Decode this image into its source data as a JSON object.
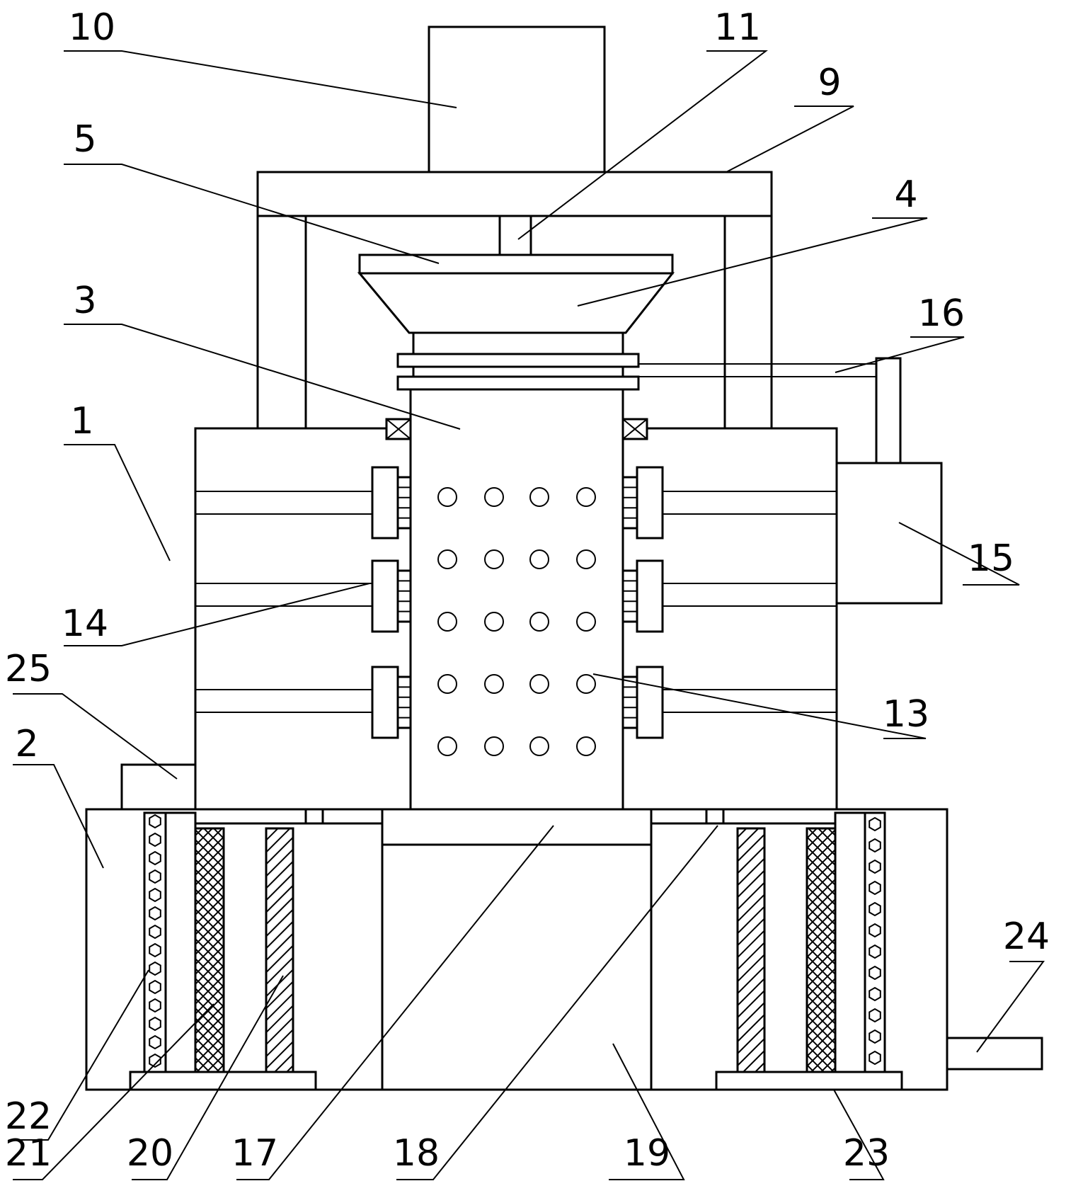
{
  "figure": {
    "labels": [
      {
        "id": "1",
        "text": "1"
      },
      {
        "id": "2",
        "text": "2"
      },
      {
        "id": "3",
        "text": "3"
      },
      {
        "id": "4",
        "text": "4"
      },
      {
        "id": "5",
        "text": "5"
      },
      {
        "id": "9",
        "text": "9"
      },
      {
        "id": "10",
        "text": "10"
      },
      {
        "id": "11",
        "text": "11"
      },
      {
        "id": "13",
        "text": "13"
      },
      {
        "id": "14",
        "text": "14"
      },
      {
        "id": "15",
        "text": "15"
      },
      {
        "id": "16",
        "text": "16"
      },
      {
        "id": "17",
        "text": "17"
      },
      {
        "id": "18",
        "text": "18"
      },
      {
        "id": "19",
        "text": "19"
      },
      {
        "id": "20",
        "text": "20"
      },
      {
        "id": "21",
        "text": "21"
      },
      {
        "id": "22",
        "text": "22"
      },
      {
        "id": "23",
        "text": "23"
      },
      {
        "id": "24",
        "text": "24"
      },
      {
        "id": "25",
        "text": "25"
      }
    ]
  }
}
